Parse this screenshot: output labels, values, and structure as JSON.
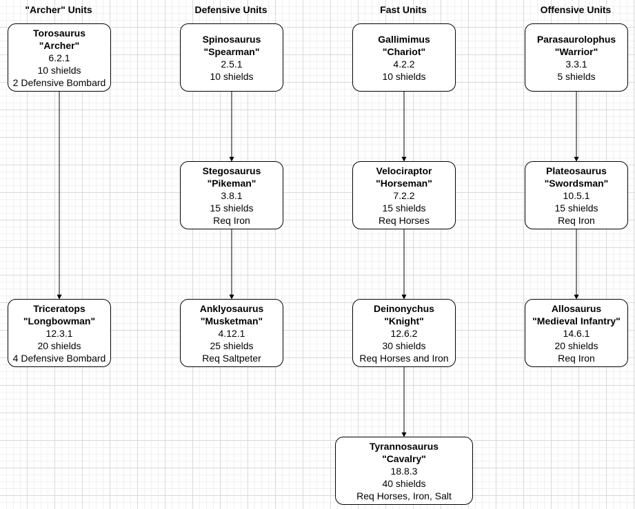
{
  "headers": {
    "archer": "\"Archer\" Units",
    "defensive": "Defensive Units",
    "fast": "Fast Units",
    "offensive": "Offensive Units"
  },
  "units": {
    "torosaurus": {
      "name": "Torosaurus",
      "role": "\"Archer\"",
      "stats": "6.2.1",
      "cost": "10 shields",
      "extra": "2 Defensive Bombard"
    },
    "triceratops": {
      "name": "Triceratops",
      "role": "\"Longbowman\"",
      "stats": "12.3.1",
      "cost": "20 shields",
      "extra": "4 Defensive Bombard"
    },
    "spinosaurus": {
      "name": "Spinosaurus",
      "role": "\"Spearman\"",
      "stats": "2.5.1",
      "cost": "10 shields",
      "extra": ""
    },
    "stegosaurus": {
      "name": "Stegosaurus",
      "role": "\"Pikeman\"",
      "stats": "3.8.1",
      "cost": "15 shields",
      "extra": "Req Iron"
    },
    "anklyosaurus": {
      "name": "Anklyosaurus",
      "role": "\"Musketman\"",
      "stats": "4.12.1",
      "cost": "25 shields",
      "extra": "Req Saltpeter"
    },
    "gallimimus": {
      "name": "Gallimimus",
      "role": "\"Chariot\"",
      "stats": "4.2.2",
      "cost": "10 shields",
      "extra": ""
    },
    "velociraptor": {
      "name": "Velociraptor",
      "role": "\"Horseman\"",
      "stats": "7.2.2",
      "cost": "15 shields",
      "extra": "Req Horses"
    },
    "deinonychus": {
      "name": "Deinonychus",
      "role": "\"Knight\"",
      "stats": "12.6.2",
      "cost": "30 shields",
      "extra": "Req Horses and Iron"
    },
    "tyrannosaurus": {
      "name": "Tyrannosaurus",
      "role": "\"Cavalry\"",
      "stats": "18.8.3",
      "cost": "40 shields",
      "extra": "Req Horses, Iron, Salt"
    },
    "parasaurolophus": {
      "name": "Parasaurolophus",
      "role": "\"Warrior\"",
      "stats": "3.3.1",
      "cost": "5 shields",
      "extra": ""
    },
    "plateosaurus": {
      "name": "Plateosaurus",
      "role": "\"Swordsman\"",
      "stats": "10.5.1",
      "cost": "15 shields",
      "extra": "Req Iron"
    },
    "allosaurus": {
      "name": "Allosaurus",
      "role": "\"Medieval Infantry\"",
      "stats": "14.6.1",
      "cost": "20 shields",
      "extra": "Req Iron"
    }
  },
  "upgrades": [
    [
      "torosaurus",
      "triceratops"
    ],
    [
      "spinosaurus",
      "stegosaurus"
    ],
    [
      "stegosaurus",
      "anklyosaurus"
    ],
    [
      "gallimimus",
      "velociraptor"
    ],
    [
      "velociraptor",
      "deinonychus"
    ],
    [
      "deinonychus",
      "tyrannosaurus"
    ],
    [
      "parasaurolophus",
      "plateosaurus"
    ],
    [
      "plateosaurus",
      "allosaurus"
    ]
  ]
}
